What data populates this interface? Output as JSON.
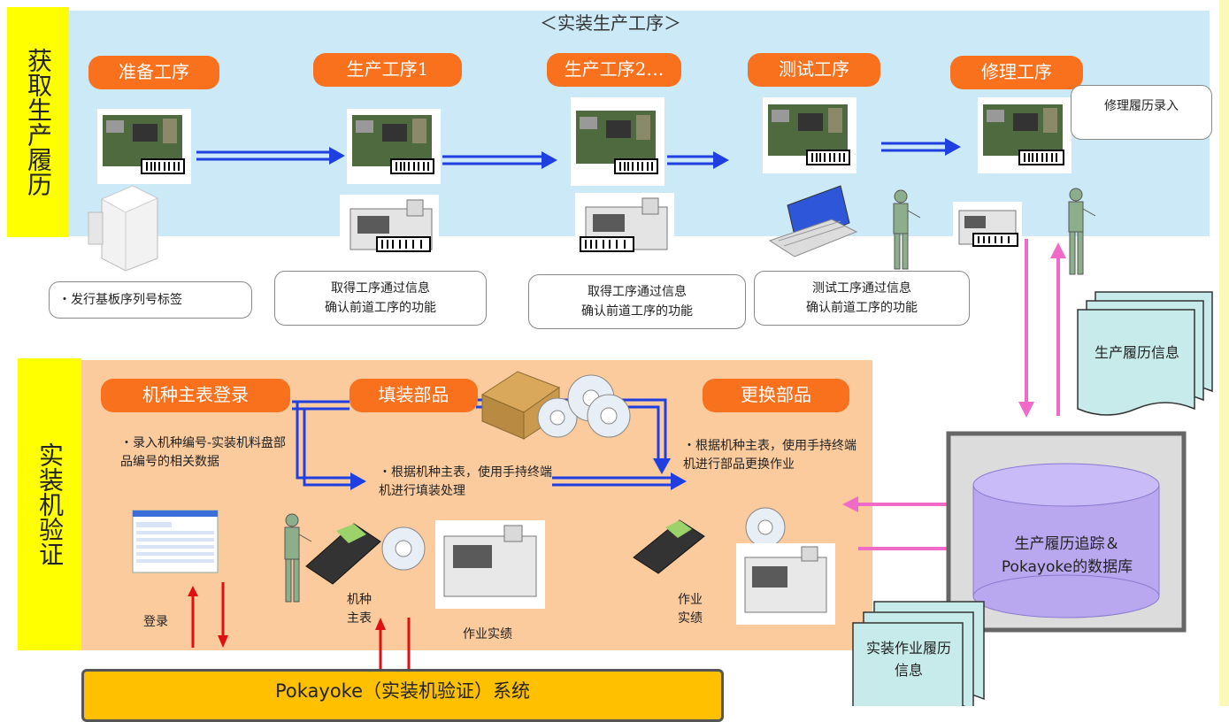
{
  "title": "＜实装生产工序＞",
  "side_labels": {
    "top": "获取生产履历",
    "bottom": "实装机验证"
  },
  "processes": [
    {
      "label": "准备工序"
    },
    {
      "label": "生产工序1"
    },
    {
      "label": "生产工序2…"
    },
    {
      "label": "测试工序"
    },
    {
      "label": "修理工序"
    }
  ],
  "notes": {
    "label_issue": "・发行基板序列号标签",
    "step1": "取得工序通过信息\n确认前道工序的功能",
    "step2": "取得工序通过信息\n确认前道工序的功能",
    "test": "测试工序通过信息\n确认前道工序的功能",
    "repair": "修理履历录入"
  },
  "production_history_doc": "生产履历信息",
  "verify": {
    "master_label": "机种主表登录",
    "fill_label": "填装部品",
    "replace_label": "更换部品",
    "master_text": "・录入机种编号-实装机料盘部品编号的相关数据",
    "fill_text": "・根据机种主表，使用手持终端机进行填装处理",
    "replace_text": "・根据机种主表，使用手持终端机进行部品更换作业",
    "login": "登录",
    "model_master": "机种主表",
    "work_result_1": "作业实绩",
    "work_result_2": "作业实绩"
  },
  "database": "生产履历追踪＆Pokayoke的数据库",
  "mount_history_doc": "实装作业履历信息",
  "pokayoke_system": "Pokayoke（实装机验证）系统",
  "colors": {
    "process_pill": "#f9701d",
    "top_band": "#cce9f8",
    "bottom_band": "#fbcb9e",
    "side_label": "#ffff00",
    "blue_arrow": "#1f3fe0",
    "pink_arrow": "#f06ac8",
    "red_arrow": "#e01010",
    "database": "#b9a8f0",
    "pokayoke_bar": "#ffc000",
    "doc_fill": "#c7eaea"
  }
}
